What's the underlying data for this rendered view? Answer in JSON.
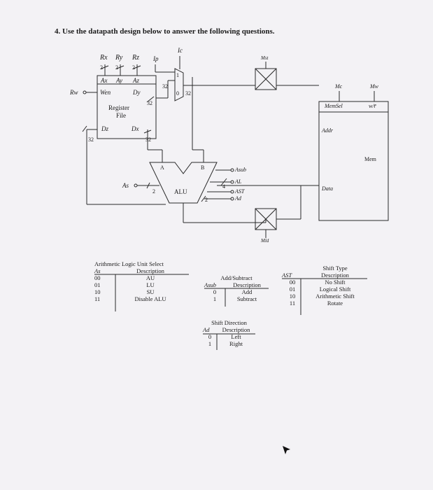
{
  "question": "4. Use the datapath design below to answer the following questions.",
  "labels": {
    "rx": "Rx",
    "ry": "Ry",
    "rz": "Rz",
    "ip": "Ip",
    "ic": "Ic",
    "two": "2",
    "thirty_two": "32",
    "one": "1",
    "zero": "0",
    "four": "4",
    "ax": "Ax",
    "ay": "Ay",
    "az": "Az",
    "wen": "Wen",
    "rw": "Rw",
    "dy": "Dy",
    "register": "Register",
    "file": "File",
    "dz": "Dz",
    "dx": "Dx",
    "alu_a": "A",
    "alu_b": "B",
    "alu": "ALU",
    "as_sig": "As",
    "asub": "Asub",
    "al": "AL",
    "ast": "AST",
    "ad": "Ad",
    "mst": "Mst",
    "mld": "Mld",
    "mc": "Mc",
    "mw": "Mw",
    "wr": "w/r̄",
    "memsel": "MemSel",
    "addr": "Addr",
    "mem": "Mem",
    "data": "Data"
  },
  "alu_select": {
    "title": "Arithmetic Logic Unit Select",
    "col1": "As",
    "col2": "Description",
    "rows": [
      [
        "00",
        "AU"
      ],
      [
        "01",
        "LU"
      ],
      [
        "10",
        "SU"
      ],
      [
        "11",
        "Disable ALU"
      ]
    ]
  },
  "add_sub": {
    "title": "Add/Subtract",
    "col1": "Asub",
    "col2": "Description",
    "rows": [
      [
        "0",
        "Add"
      ],
      [
        "1",
        "Subtract"
      ]
    ]
  },
  "shift_type": {
    "title": "Shift Type",
    "col1": "AST",
    "col2": "Description",
    "rows": [
      [
        "00",
        "No Shift"
      ],
      [
        "01",
        "Logical Shift"
      ],
      [
        "10",
        "Arithmetic Shift"
      ],
      [
        "11",
        "Rotate"
      ]
    ]
  },
  "shift_dir": {
    "title": "Shift Direction",
    "col1": "Ad",
    "col2": "Description",
    "rows": [
      [
        "0",
        "Left"
      ],
      [
        "1",
        "Right"
      ]
    ]
  }
}
